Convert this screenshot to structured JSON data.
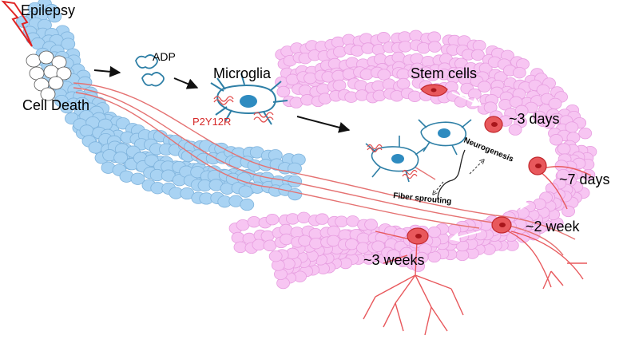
{
  "labels": {
    "epilepsy": "Epilepsy",
    "cell_death": "Cell Death",
    "adp": "ADP",
    "microglia": "Microglia",
    "receptor": "P2Y12R",
    "stem_cells": "Stem cells",
    "day3": "~3 days",
    "day7": "~7 days",
    "week2": "~2 week",
    "week3": "~3 weeks",
    "neurogenesis": "Neurogenesis",
    "fiber_sprouting": "Fiber sprouting"
  },
  "colors": {
    "blue_cells": "#a9d3f3",
    "blue_cell_edge": "#7fb3dc",
    "pink_region": "#f7c5f2",
    "pink_edge": "#e79ee0",
    "neuron": "#e8585c",
    "neuron_dark": "#c2282d",
    "microglia": "#2e7fa6",
    "receptor": "#e24a4a",
    "fiber": "#e57272",
    "lightning": "#e02424"
  },
  "icons": [
    "lightning-icon",
    "microglia-icon",
    "adp-molecule-icon",
    "neuron-icon"
  ]
}
